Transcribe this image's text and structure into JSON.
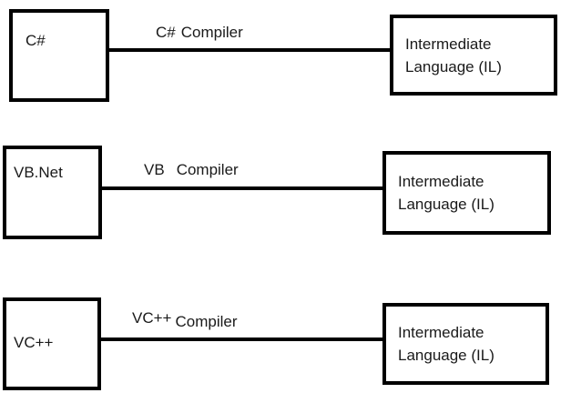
{
  "diagram": {
    "colors": {
      "background": "#ffffff",
      "stroke": "#000000",
      "text": "#1a1a1a"
    },
    "rows": [
      {
        "source": "C#",
        "compiler_parts": [
          "C#",
          "Compiler"
        ],
        "target": "Intermediate Language (IL)"
      },
      {
        "source": "VB.Net",
        "compiler_parts": [
          "VB",
          "Compiler"
        ],
        "target": "Intermediate Language (IL)"
      },
      {
        "source": "VC++",
        "compiler_parts": [
          "VC++",
          "Compiler"
        ],
        "target": "Intermediate Language (IL)"
      }
    ]
  }
}
